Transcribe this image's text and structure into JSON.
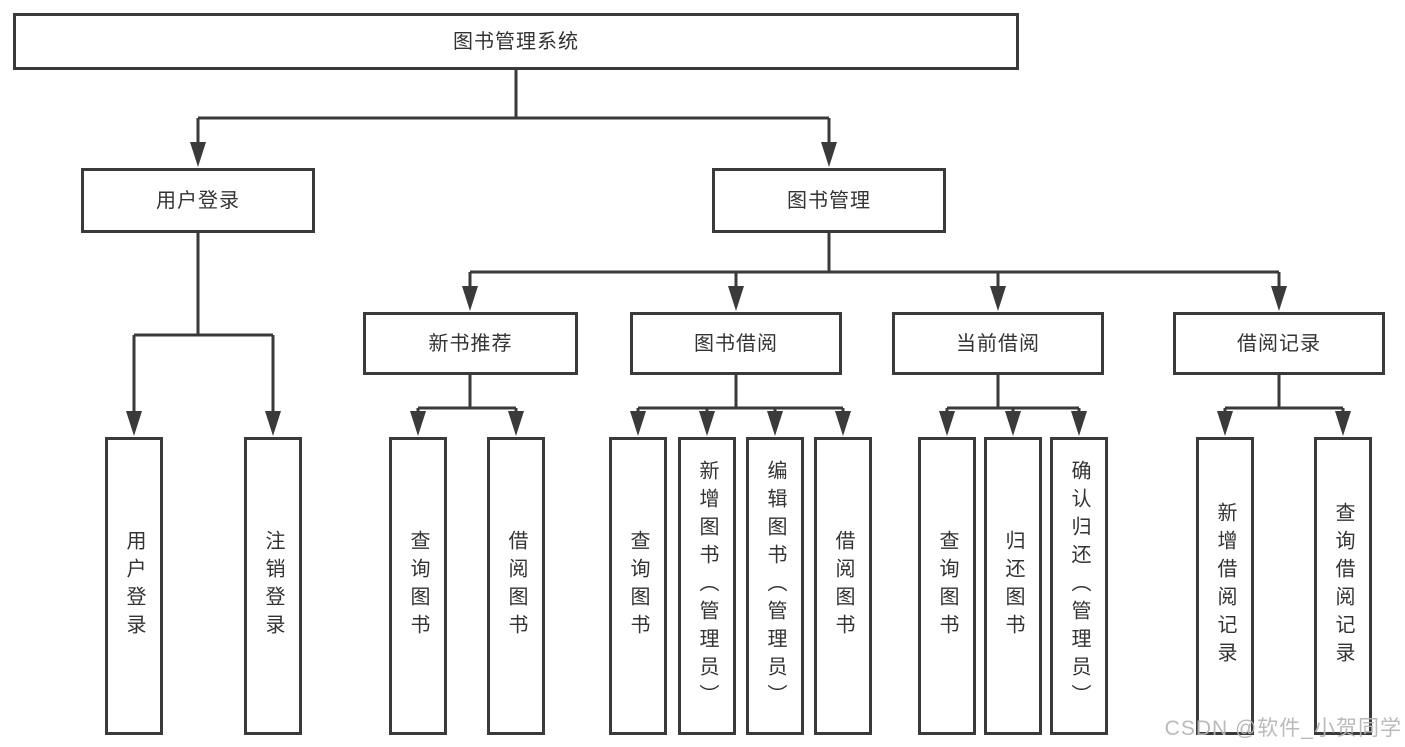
{
  "diagram": {
    "root": {
      "label": "图书管理系统"
    },
    "branches": [
      {
        "label": "用户登录",
        "leaves": [
          {
            "label": "用户登录"
          },
          {
            "label": "注销登录"
          }
        ]
      },
      {
        "label": "图书管理",
        "groups": [
          {
            "label": "新书推荐",
            "leaves": [
              {
                "label": "查询图书"
              },
              {
                "label": "借阅图书"
              }
            ]
          },
          {
            "label": "图书借阅",
            "leaves": [
              {
                "label": "查询图书"
              },
              {
                "label": "新增图书（管理员）"
              },
              {
                "label": "编辑图书（管理员）"
              },
              {
                "label": "借阅图书"
              }
            ]
          },
          {
            "label": "当前借阅",
            "leaves": [
              {
                "label": "查询图书"
              },
              {
                "label": "归还图书"
              },
              {
                "label": "确认归还（管理员）"
              }
            ]
          },
          {
            "label": "借阅记录",
            "leaves": [
              {
                "label": "新增借阅记录"
              },
              {
                "label": "查询借阅记录"
              }
            ]
          }
        ]
      }
    ]
  },
  "watermark": {
    "text": "CSDN @软件_小贺同学"
  },
  "colors": {
    "line": "#3a3a3a",
    "text": "#333333",
    "watermark": "#b6b6b6",
    "background": "#ffffff"
  }
}
